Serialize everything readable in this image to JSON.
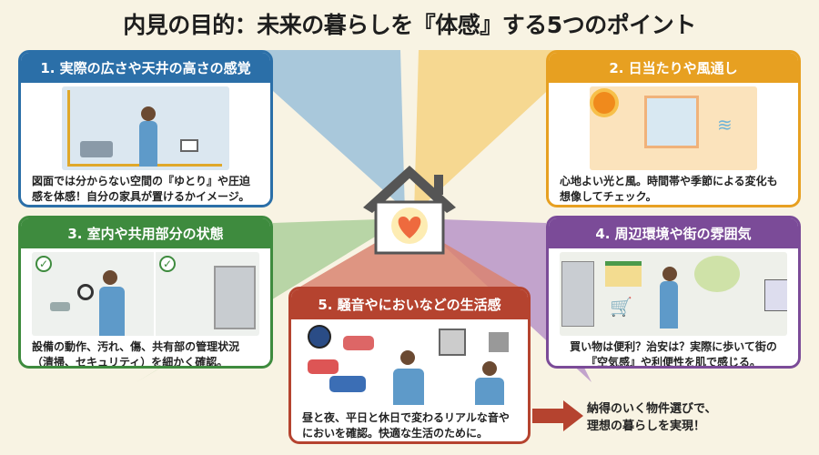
{
  "title": "内見の目的：未来の暮らしを『体感』する5つのポイント",
  "points": [
    {
      "heading": "1. 実際の広さや天井の高さの感覚",
      "text": "図面では分からない空間の『ゆとり』や圧迫感を体感！自分の家具が置けるかイメージ。",
      "color": "#2b6fa8"
    },
    {
      "heading": "2. 日当たりや風通し",
      "text": "心地よい光と風。時間帯や季節による変化も想像してチェック。",
      "color": "#e7a021"
    },
    {
      "heading": "3. 室内や共用部分の状態",
      "text": "設備の動作、汚れ、傷、共有部の管理状況（清掃、セキュリティ）を細かく確認。",
      "color": "#3e8b3e"
    },
    {
      "heading": "4. 周辺環境や街の雰囲気",
      "text": "買い物は便利？治安は？実際に歩いて街の『空気感』や利便性を肌で感じる。",
      "color": "#7b4b98"
    },
    {
      "heading": "5. 騒音やにおいなどの生活感",
      "text": "昼と夜、平日と休日で変わるリアルな音やにおいを確認。快適な生活のために。",
      "color": "#b5432f"
    }
  ],
  "conclusion": {
    "line1": "納得のいく物件選びで、",
    "line2": "理想の暮らしを実現！"
  }
}
